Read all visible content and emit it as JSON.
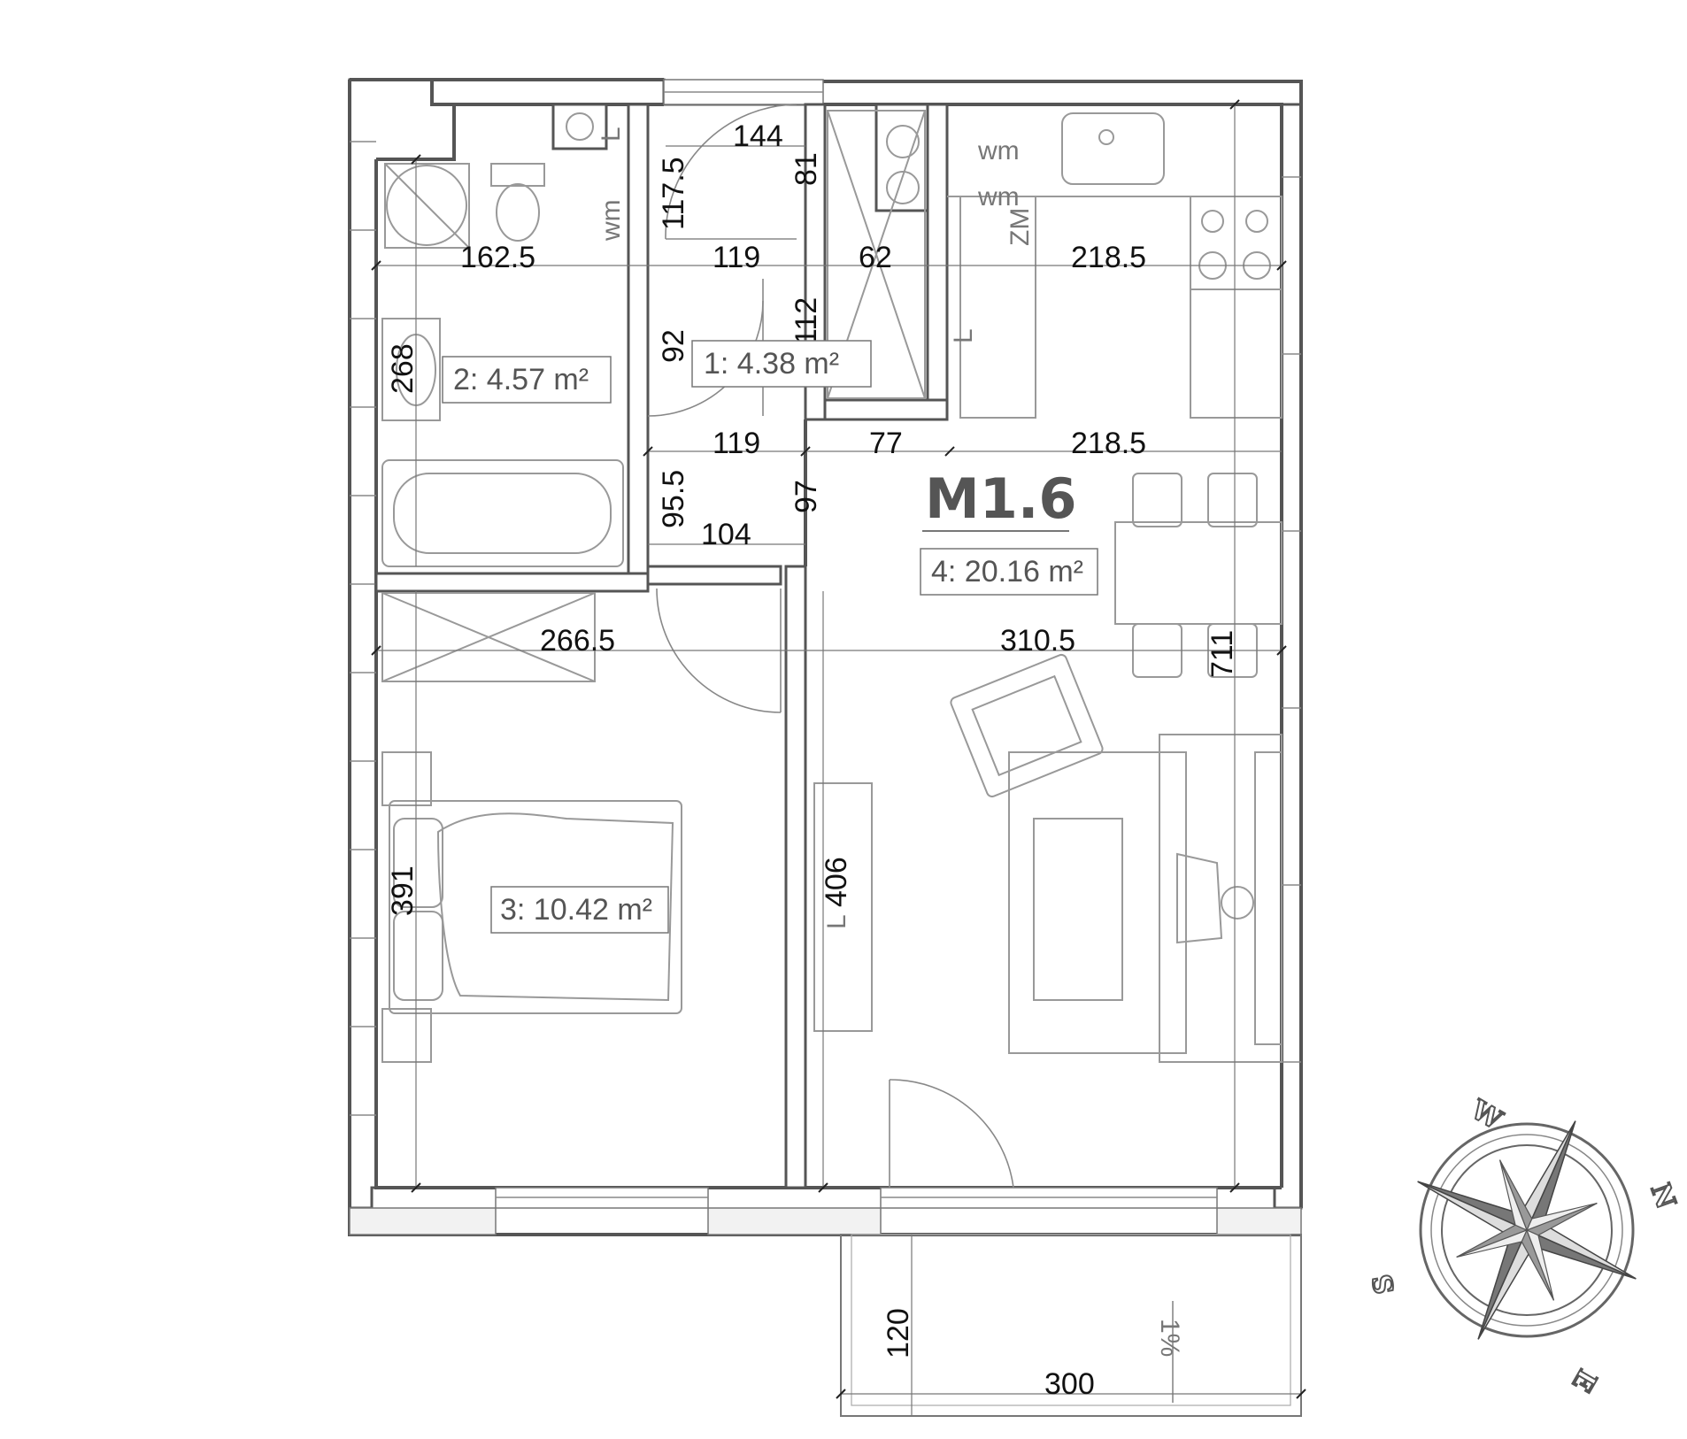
{
  "plan": {
    "unit_name": "M1.6",
    "rooms": [
      {
        "id": "room-1",
        "label": "1: 4.38 m²"
      },
      {
        "id": "room-2",
        "label": "2: 4.57 m²"
      },
      {
        "id": "room-3",
        "label": "3: 10.42 m²"
      },
      {
        "id": "room-4",
        "label": "4: 20.16 m²"
      }
    ],
    "dimensions": {
      "d144": "144",
      "d117_5": "117.5",
      "d81": "81",
      "d162_5": "162.5",
      "d119a": "119",
      "d62": "62",
      "d218_5a": "218.5",
      "d112": "112",
      "d92": "92",
      "d268": "268",
      "d119b": "119",
      "d77": "77",
      "d218_5b": "218.5",
      "d95_5": "95.5",
      "d97": "97",
      "d104": "104",
      "d266_5": "266.5",
      "d310_5": "310.5",
      "d711": "711",
      "d391": "391",
      "d406": "406",
      "d120": "120",
      "d300": "300"
    },
    "annotations": {
      "wm1": "wm",
      "wm2": "wm",
      "wm3": "wm",
      "zm": "ZM",
      "l1": "L",
      "l2": "L",
      "slope": "1%",
      "l3": "L"
    }
  },
  "compass": {
    "n": "N",
    "e": "E",
    "s": "S",
    "w": "W"
  }
}
